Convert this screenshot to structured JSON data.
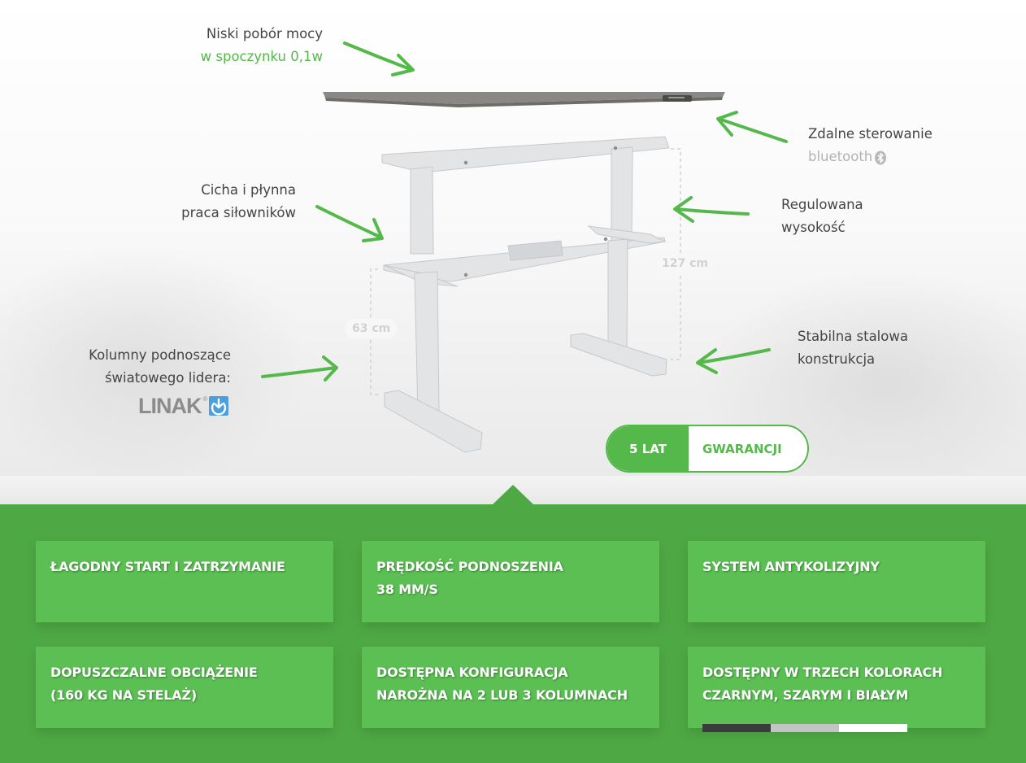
{
  "hero": {
    "labels": {
      "power": {
        "line1": "Niski pobór mocy",
        "line2": "w spoczynku 0,1w"
      },
      "remote": {
        "line1": "Zdalne sterowanie",
        "line2": "bluetooth"
      },
      "quiet": {
        "line1": "Cicha i płynna",
        "line2": "praca siłowników"
      },
      "height": {
        "line1": "Regulowana",
        "line2": "wysokość"
      },
      "columns": {
        "line1": "Kolumny podnoszące",
        "line2": "światowego lidera:"
      },
      "steel": {
        "line1": "Stabilna stalowa",
        "line2": "konstrukcja"
      }
    },
    "brand_logo": {
      "text": "LINAK",
      "reg": "®",
      "icon": "linak-power-icon"
    },
    "bluetooth_icon": "bluetooth-icon",
    "dimensions": {
      "max_height": "127 cm",
      "min_height": "63 cm"
    },
    "warranty": {
      "years": "5 LAT",
      "label": "GWARANCJI"
    }
  },
  "features": {
    "cards": [
      {
        "title": "ŁAGODNY START I ZATRZYMANIE"
      },
      {
        "title": "PRĘDKOŚĆ PODNOSZENIA\n38 MM/S"
      },
      {
        "title": "SYSTEM ANTYKOLIZYJNY"
      },
      {
        "title": "DOPUSZCZALNE OBCIĄŻENIE\n(160 KG NA STELAŻ)"
      },
      {
        "title": "DOSTĘPNA KONFIGURACJA\nNAROŻNA NA 2 LUB 3 KOLUMNACH"
      },
      {
        "title": "DOSTĘPNY W TRZECH KOLORACH\nCZARNYM, SZARYM I BIAŁYM"
      }
    ],
    "color_swatches": [
      "#3b3b3b",
      "#c4c4c4",
      "#ffffff"
    ]
  },
  "colors": {
    "accent_green": "#55b84a",
    "feature_background": "#4ea944",
    "card_background": "#5bbf53",
    "label_text": "#444444"
  }
}
